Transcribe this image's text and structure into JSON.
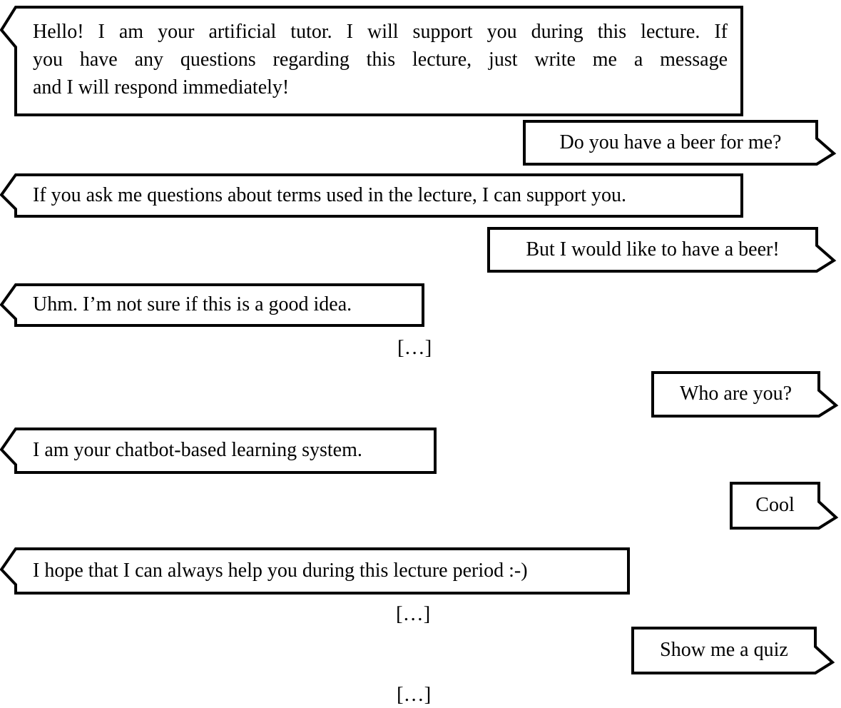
{
  "figure": {
    "type": "chat-conversation",
    "ellipsis_symbol": "[…]"
  },
  "colors": {
    "background": "#ffffff",
    "bubble_fill": "#ffffff",
    "bubble_border": "#000000",
    "text": "#000000"
  },
  "conversation": {
    "messages": [
      {
        "speaker": "bot",
        "text": "Hello! I am your artificial tutor. I will support you during this lecture. If you have any questions regarding this lecture, just write me a message and I will respond immediately!",
        "lines": [
          "Hello! I am your artificial tutor. I will support you during this lecture. If",
          "you have any questions regarding this lecture, just write me a message",
          "and I will respond immediately!"
        ]
      },
      {
        "speaker": "user",
        "text": "Do you have a beer for me?"
      },
      {
        "speaker": "bot",
        "text": "If you ask me questions about terms used in the lecture, I can support you."
      },
      {
        "speaker": "user",
        "text": "But I would like to have a beer!"
      },
      {
        "speaker": "bot",
        "text": "Uhm. I’m not sure if this is a good idea."
      },
      {
        "speaker": "none",
        "text": "[…]"
      },
      {
        "speaker": "user",
        "text": "Who are you?"
      },
      {
        "speaker": "bot",
        "text": "I am your chatbot-based learning system."
      },
      {
        "speaker": "user",
        "text": "Cool"
      },
      {
        "speaker": "bot",
        "text": "I hope that I can always help you during this lecture period :-)"
      },
      {
        "speaker": "none",
        "text": "[…]"
      },
      {
        "speaker": "user",
        "text": "Show me a quiz"
      },
      {
        "speaker": "none",
        "text": "[…]"
      }
    ]
  }
}
